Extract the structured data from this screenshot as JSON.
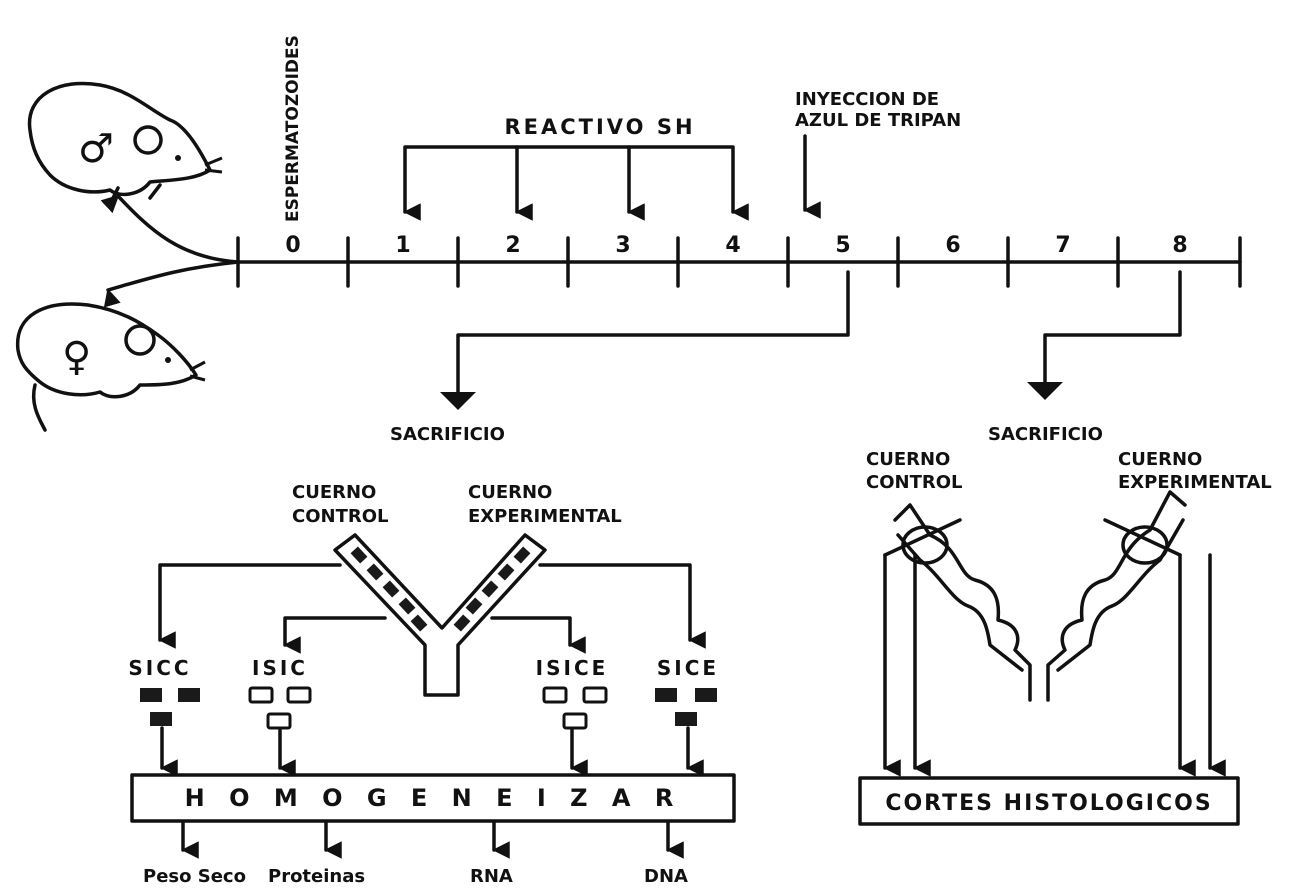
{
  "colors": {
    "ink": "#111111",
    "paper": "#ffffff",
    "sample_dark": "#1a1a1a"
  },
  "labels": {
    "sperm": "ESPERMATOZOIDES",
    "reagent": "REACTIVO SH",
    "injection_line1": "INYECCION DE",
    "injection_line2": "AZUL DE TRIPAN",
    "sacrifice_day5": "SACRIFICIO",
    "sacrifice_day8": "SACRIFICIO",
    "horn_control_line1": "CUERNO",
    "horn_control_line2": "CONTROL",
    "horn_experimental_line1": "CUERNO",
    "horn_experimental_line2": "EXPERIMENTAL",
    "horn_control_r_line1": "CUERNO",
    "horn_control_r_line2": "CONTROL",
    "horn_experimental_r_line1": "CUERNO",
    "horn_experimental_r_line2": "EXPERIMENTAL",
    "group_sicc": "SICC",
    "group_isic": "ISIC",
    "group_isice": "ISICE",
    "group_sice": "SICE",
    "homogenize": "H O M O G E N E I Z A R",
    "histology": "CORTES HISTOLOGICOS",
    "out_dry_weight": "Peso Seco",
    "out_proteins": "Proteinas",
    "out_rna": "RNA",
    "out_dna": "DNA"
  },
  "timeline": {
    "days": [
      "0",
      "1",
      "2",
      "3",
      "4",
      "5",
      "6",
      "7",
      "8"
    ]
  },
  "symbols": {
    "male": "♂",
    "female": "♀"
  },
  "icons": [
    "mouse-icon",
    "male-symbol-icon",
    "female-symbol-icon",
    "arrow-down-icon"
  ]
}
